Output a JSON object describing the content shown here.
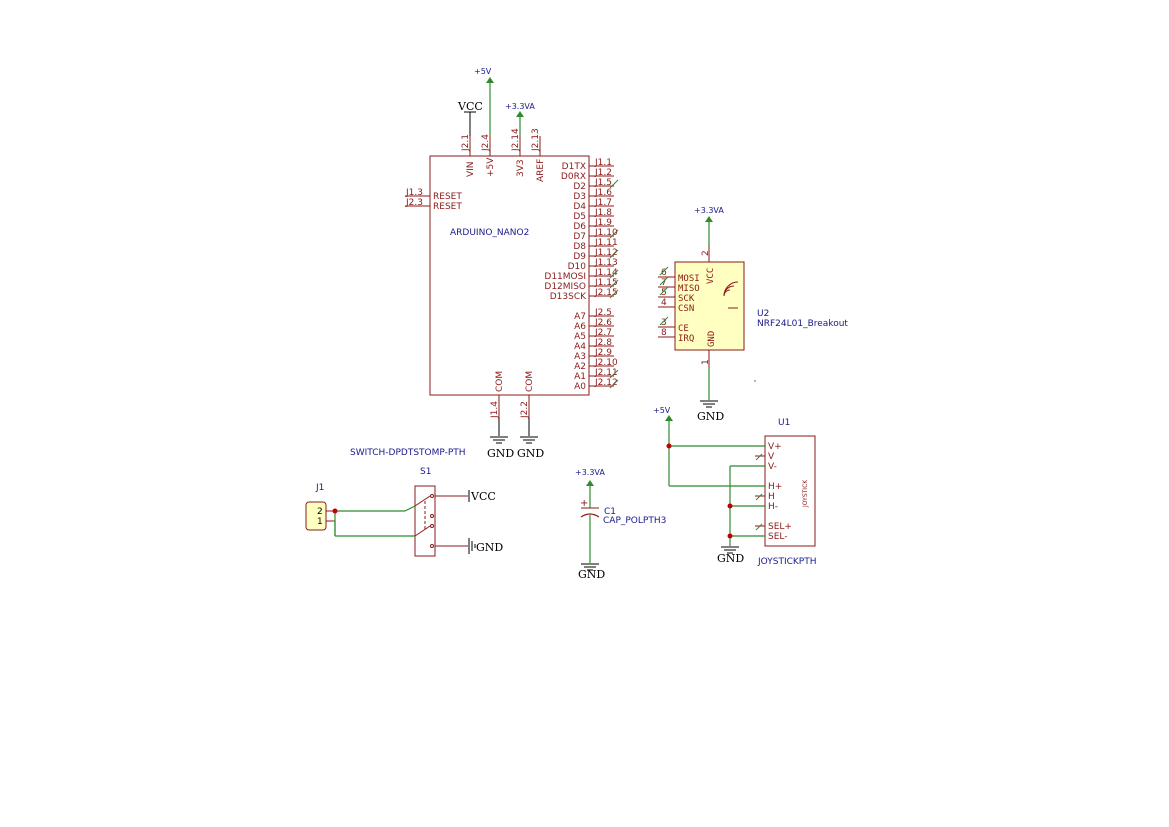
{
  "arduino": {
    "value": "ARDUINO_NANO2",
    "top_pins": [
      {
        "name": "VIN",
        "num": "J2.1"
      },
      {
        "name": "+5V",
        "num": "J2.4"
      },
      {
        "name": "3V3",
        "num": "J2.14"
      },
      {
        "name": "AREF",
        "num": "J2.13"
      }
    ],
    "left_pins": [
      {
        "name": "RESET",
        "num": "J1.3"
      },
      {
        "name": "RESET",
        "num": "J2.3"
      }
    ],
    "right_pins": [
      {
        "name": "D1TX",
        "num": "J1.1"
      },
      {
        "name": "D0RX",
        "num": "J1.2"
      },
      {
        "name": "D2",
        "num": "J1.5"
      },
      {
        "name": "D3",
        "num": "J1.6"
      },
      {
        "name": "D4",
        "num": "J1.7"
      },
      {
        "name": "D5",
        "num": "J1.8"
      },
      {
        "name": "D6",
        "num": "J1.9"
      },
      {
        "name": "D7",
        "num": "J1.10"
      },
      {
        "name": "D8",
        "num": "J1.11"
      },
      {
        "name": "D9",
        "num": "J1.12"
      },
      {
        "name": "D10",
        "num": "J1.13"
      },
      {
        "name": "D11MOSI",
        "num": "J1.14"
      },
      {
        "name": "D12MISO",
        "num": "J1.15"
      },
      {
        "name": "D13SCK",
        "num": "J2.15"
      },
      {
        "name": "A7",
        "num": "J2.5"
      },
      {
        "name": "A6",
        "num": "J2.6"
      },
      {
        "name": "A5",
        "num": "J2.7"
      },
      {
        "name": "A4",
        "num": "J2.8"
      },
      {
        "name": "A3",
        "num": "J2.9"
      },
      {
        "name": "A2",
        "num": "J2.10"
      },
      {
        "name": "A1",
        "num": "J2.11"
      },
      {
        "name": "A0",
        "num": "J2.12"
      }
    ],
    "bottom_pins": [
      {
        "name": "COM",
        "num": "J1.4"
      },
      {
        "name": "COM",
        "num": "J2.2"
      }
    ]
  },
  "nrf": {
    "ref": "U2",
    "value": "NRF24L01_Breakout",
    "left_pins": [
      {
        "name": "MOSI",
        "num": "6"
      },
      {
        "name": "MISO",
        "num": "7"
      },
      {
        "name": "SCK",
        "num": "5"
      },
      {
        "name": "CSN",
        "num": "4"
      },
      {
        "name": "CE",
        "num": "3"
      },
      {
        "name": "IRQ",
        "num": "8"
      }
    ],
    "vcc": {
      "name": "VCC",
      "num": "2"
    },
    "gnd": {
      "name": "GND",
      "num": "1"
    }
  },
  "joystick": {
    "ref": "U1",
    "value": "JOYSTICKPTH",
    "body_label": "JOYSTICK",
    "pins": [
      "V+",
      "V",
      "V-",
      "H+",
      "H",
      "H-",
      "SEL+",
      "SEL-"
    ]
  },
  "switch": {
    "ref": "S1",
    "value": "SWITCH-DPDTSTOMP-PTH"
  },
  "connector": {
    "ref": "J1",
    "pins": [
      "2",
      "1"
    ]
  },
  "capacitor": {
    "ref": "C1",
    "value": "CAP_POLPTH3",
    "plus": "+"
  },
  "power": {
    "p5v": "+5V",
    "p33va": "+3.3VA",
    "vcc": "VCC",
    "gnd": "GND"
  }
}
